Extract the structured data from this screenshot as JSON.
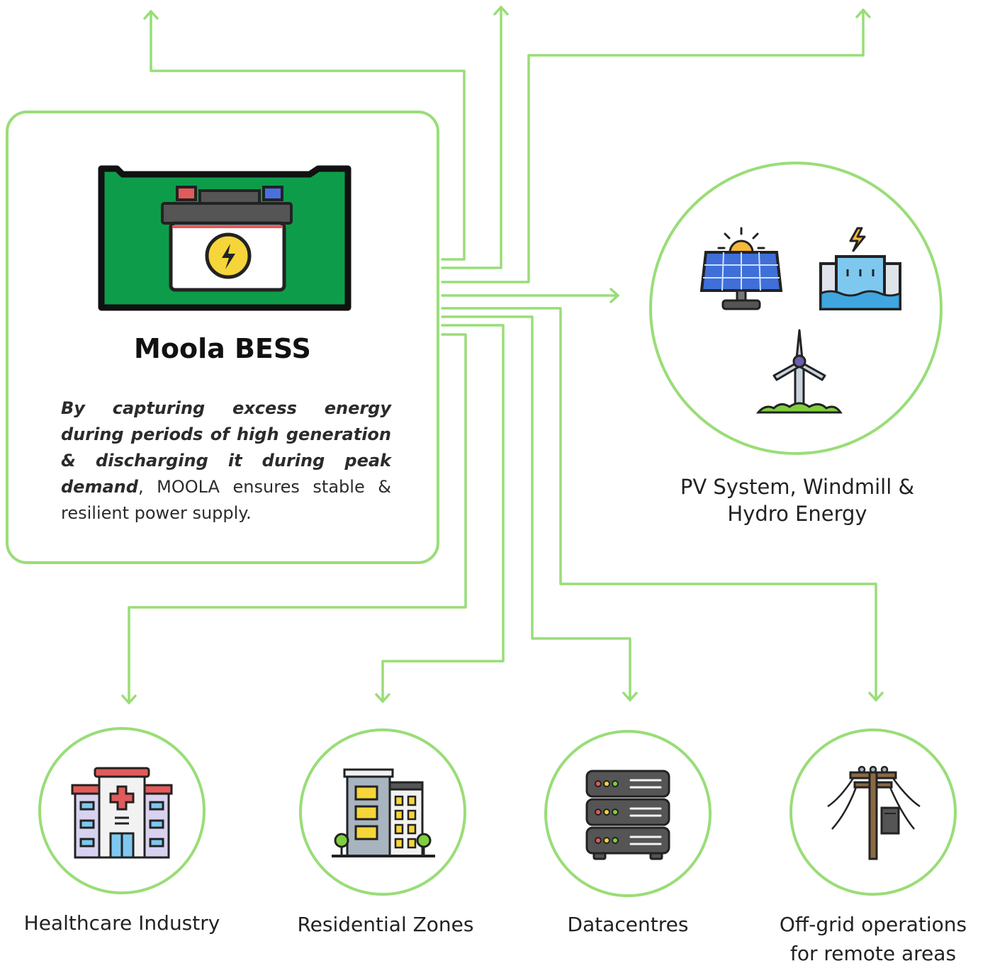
{
  "main_card": {
    "title": "Moola BESS",
    "desc_italic": "By capturing excess energy during periods of high generation & discharging it during peak demand",
    "desc_rest": ", MOOLA ensures stable & resilient power supply."
  },
  "sources": {
    "label_line1": "PV System, Windmill &",
    "label_line2": "Hydro Energy"
  },
  "applications": [
    {
      "label": "Healthcare Industry",
      "icon": "hospital-icon"
    },
    {
      "label": "Residential Zones",
      "icon": "apartment-building-icon"
    },
    {
      "label": "Datacentres",
      "icon": "server-rack-icon"
    },
    {
      "label_line1": "Off-grid operations",
      "label_line2": "for remote areas",
      "icon": "power-pole-icon"
    }
  ],
  "colors": {
    "accent_green": "#99dd77",
    "battery_green": "#0d9d4a",
    "bolt_yellow": "#f6d53a"
  }
}
